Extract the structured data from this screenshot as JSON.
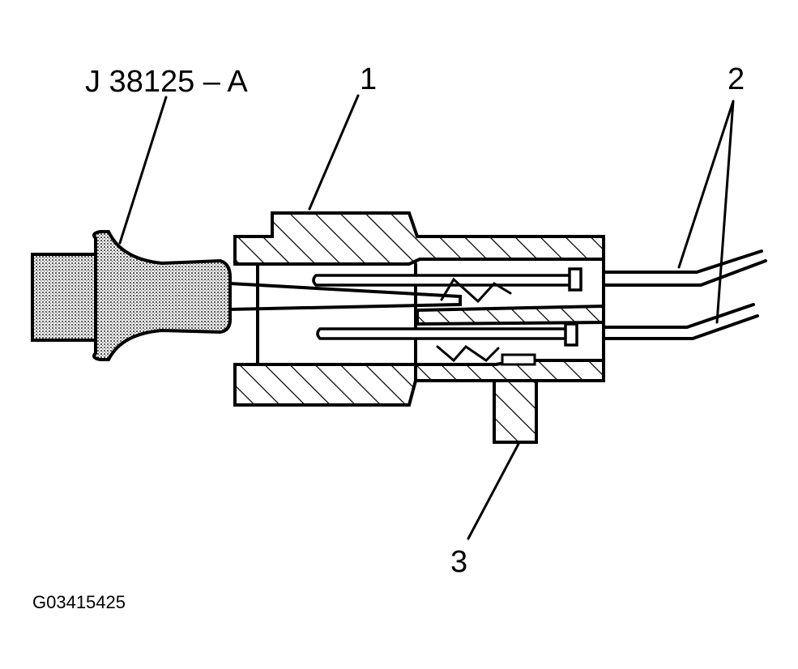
{
  "figure": {
    "figure_id": "G03415425",
    "callouts": {
      "tool": "J 38125 – A",
      "item_1": "1",
      "item_2": "2",
      "item_3": "3"
    }
  },
  "colors": {
    "ink": "#000000",
    "stipple": "#b8b8b8",
    "background": "#ffffff"
  }
}
